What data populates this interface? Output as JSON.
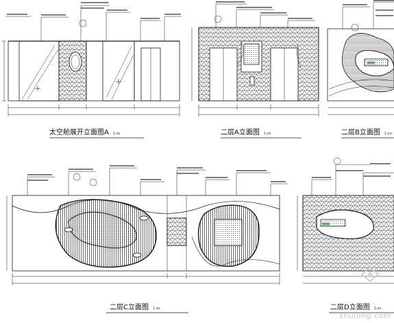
{
  "drawing_titles": {
    "panel_a": {
      "title": "太空舱展开立面图A",
      "scale": "1:xx"
    },
    "panel_2a": {
      "title": "二层A立面图",
      "scale": "1:xx"
    },
    "panel_2b": {
      "title": "二层B立面图",
      "scale": "1:xx"
    },
    "panel_2c": {
      "title": "二层C立面图",
      "scale": "1:xx"
    },
    "panel_2d": {
      "title": "二层D立面图",
      "scale": "1:xx"
    }
  },
  "watermark": {
    "text": "zhulong.com"
  },
  "colors": {
    "line": "#1a1a1a",
    "accent_green": "#2f9a3a",
    "leader": "#333333"
  }
}
